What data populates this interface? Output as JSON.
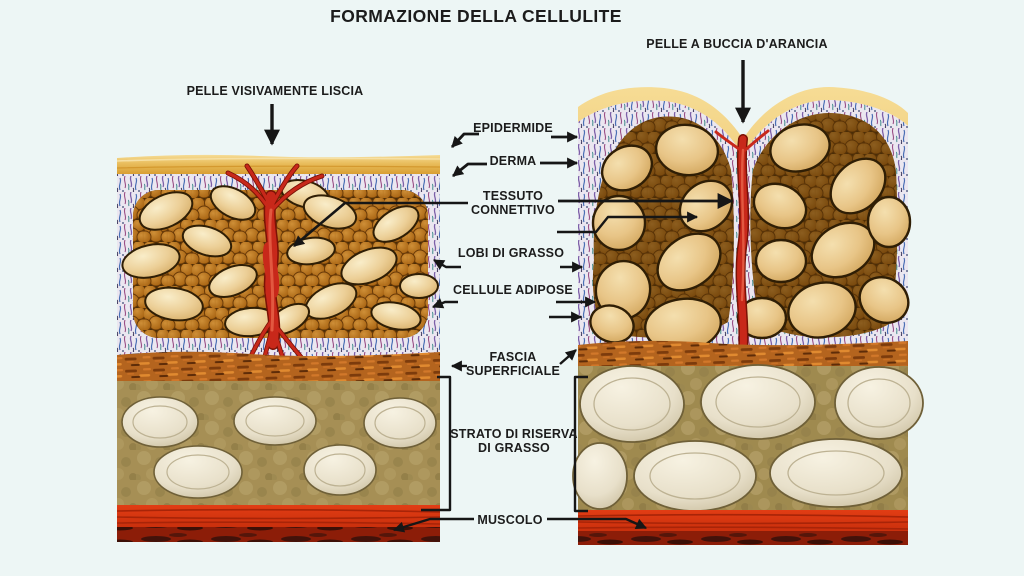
{
  "title": "FORMAZIONE DELLA CELLULITE",
  "captions": {
    "left": "PELLE VISIVAMENTE LISCIA",
    "right": "PELLE A BUCCIA D'ARANCIA"
  },
  "labels": {
    "epidermide": "EPIDERMIDE",
    "derma": "DERMA",
    "tessuto_connettivo": "TESSUTO\nCONNETTIVO",
    "lobi_di_grasso": "LOBI DI GRASSO",
    "cellule_adipose": "CELLULE ADIPOSE",
    "fascia_superficiale": "FASCIA\nSUPERFICIALE",
    "strato_di_riserva": "STRATO DI RISERVA\nDI GRASSO",
    "muscolo": "MUSCOLO"
  },
  "colors": {
    "background": "#edf6f5",
    "text": "#1c1c1c",
    "epidermis_yellow": "#e3b75f",
    "dermis_base": "#ebe7f0",
    "dermis_speckle_purple": "#7c5fa8",
    "dermis_speckle_blue": "#4a6fb5",
    "fat_septa_dark": "#4a2d07",
    "fat_cell_orange": "#c4791c",
    "fat_lobule_tan": "#ecd09a",
    "connective_vessel_red": "#c8281a",
    "fascia_orange": "#b4641e",
    "reserve_base_olive": "#a68f55",
    "reserve_blob_cream": "#ece5d2",
    "muscle_red": "#d23110"
  }
}
